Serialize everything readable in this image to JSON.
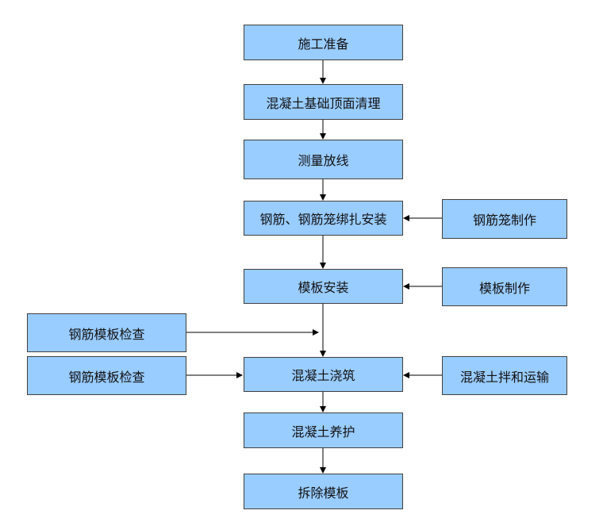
{
  "colors": {
    "box_fill": "#99ccff",
    "box_border": "#404040",
    "arrow": "#000000"
  },
  "steps": [
    "施工准备",
    "混凝土基础顶面清理",
    "测量放线",
    "钢筋、钢筋笼绑扎安装",
    "模板安装",
    "混凝土浇筑",
    "混凝土养护",
    "拆除模板"
  ],
  "side_inputs": {
    "rebar_cage_fabrication": "钢筋笼制作",
    "formwork_fabrication": "模板制作",
    "concrete_mixing_transport": "混凝土拌和运输",
    "inspection_upper": "钢筋模板检查",
    "inspection_lower": "钢筋模板检查"
  }
}
